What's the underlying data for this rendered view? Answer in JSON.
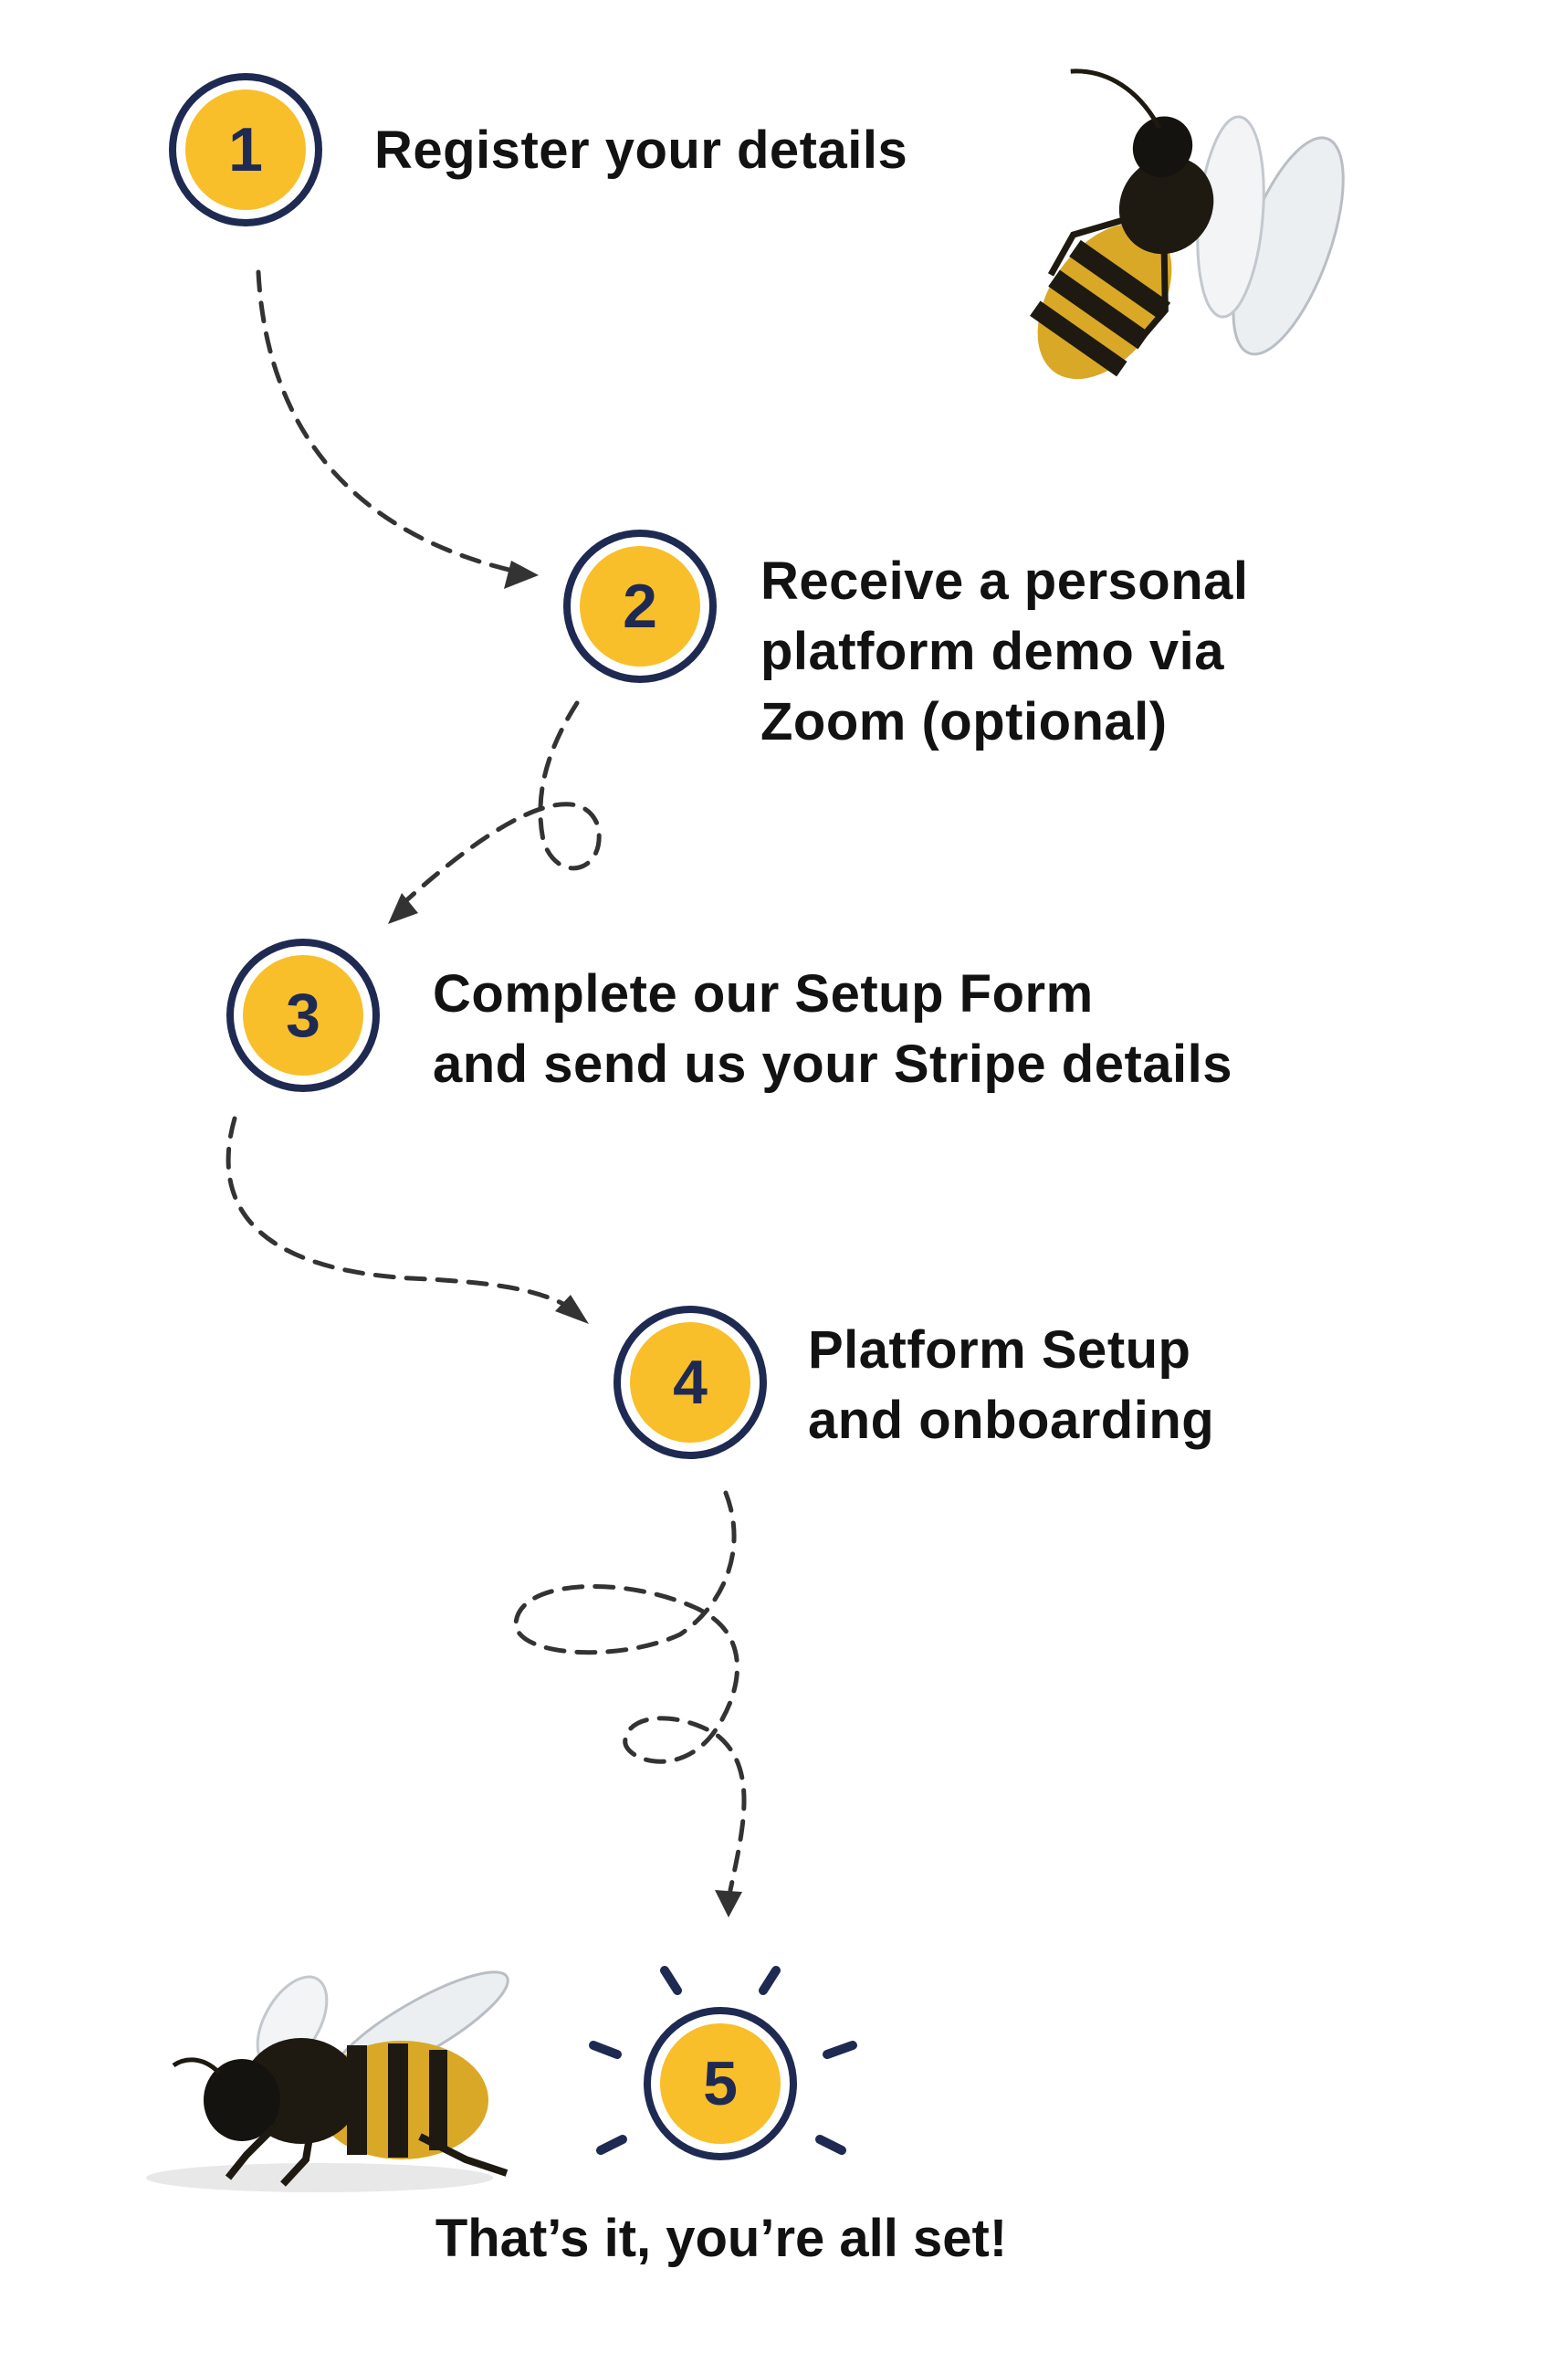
{
  "steps": [
    {
      "number": "1",
      "lines": [
        "Register your details"
      ]
    },
    {
      "number": "2",
      "lines": [
        "Receive a personal",
        "platform demo via",
        "Zoom (optional)"
      ]
    },
    {
      "number": "3",
      "lines": [
        "Complete our Setup Form",
        "and send us your Stripe details"
      ]
    },
    {
      "number": "4",
      "lines": [
        "Platform Setup",
        "and onboarding"
      ]
    },
    {
      "number": "5",
      "lines": []
    }
  ],
  "final": {
    "text": "That’s it, you’re all set!"
  },
  "colors": {
    "circle_fill": "#f8bf2a",
    "circle_border": "#1f2a52",
    "text": "#121212",
    "path": "#333333"
  },
  "icons": [
    "bee-flying-illustration",
    "bee-walking-illustration",
    "sun-rays-icon",
    "arrowhead-icon"
  ]
}
